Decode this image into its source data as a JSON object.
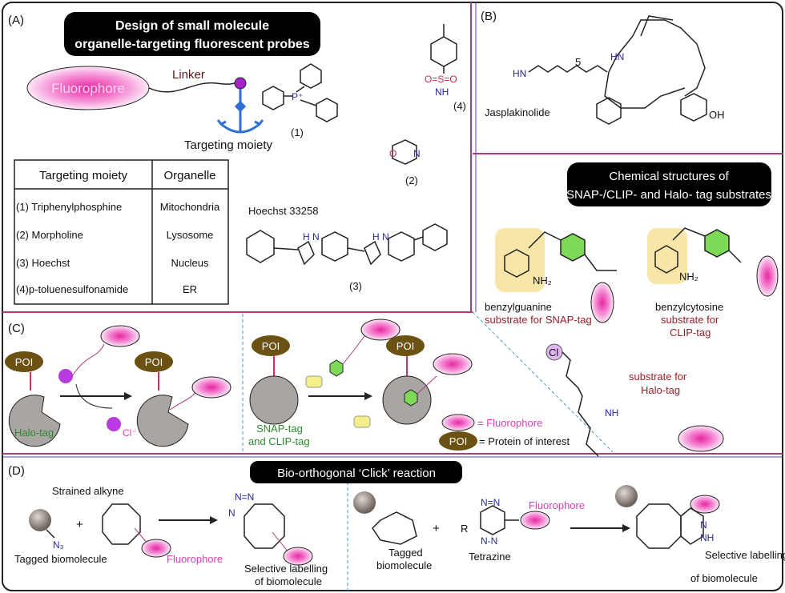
{
  "panels": {
    "a": {
      "label": "(A)",
      "title_line1": "Design of small molecule",
      "title_line2": "organelle-targeting fluorescent probes",
      "fluorophore": "Fluorophore",
      "linker": "Linker",
      "targeting": "Targeting moiety",
      "table": {
        "headers": [
          "Targeting moiety",
          "Organelle"
        ],
        "rows": [
          [
            "(1)  Triphenylphosphine",
            "Mitochondria"
          ],
          [
            "(2)  Morpholine",
            "Lysosome"
          ],
          [
            "(3)  Hoechst",
            "Nucleus"
          ],
          [
            "(4)p-toluenesulfonamide",
            "ER"
          ]
        ]
      },
      "compounds": [
        "(1)",
        "(2)",
        "(3)",
        "(4)"
      ],
      "hoechst_name": "Hoechst 33258"
    },
    "b": {
      "label": "(B)",
      "name": "Jasplakinolide"
    },
    "snap": {
      "title_line1": "Chemical structures of",
      "title_line2": "SNAP-/CLIP- and Halo- tag substrates",
      "bg_name": "benzylguanine",
      "bg_sub": "substrate for SNAP-tag",
      "bc_name": "benzylcytosine",
      "bc_sub1": "substrate for",
      "bc_sub2": "CLIP-tag",
      "halo_sub1": "substrate for",
      "halo_sub2": "Halo-tag"
    },
    "c": {
      "label": "(C)",
      "poi": "POI",
      "halo_tag": "Halo-tag",
      "cl": "Cl⁻",
      "snap_line1": "SNAP-tag",
      "snap_line2": "and CLIP-tag",
      "legend_fluor": "= Fluorophore",
      "legend_poi": "= Protein of interest"
    },
    "d": {
      "label": "(D)",
      "title": "Bio-orthogonal ‘Click’ reaction",
      "strained_alkyne": "Strained alkyne",
      "tagged_biomolecule": "Tagged biomolecule",
      "fluorophore": "Fluorophore",
      "selective1": "Selective labelling",
      "selective2": "of biomolecule",
      "tagged2_line1": "Tagged",
      "tagged2_line2": "biomolecule",
      "tetrazine": "Tetrazine",
      "plus": "+"
    }
  },
  "colors": {
    "fluorophore": "#e83fbf",
    "poi": "#6b5213",
    "anchor": "#2f6fd6",
    "panel_border": "#b03a7a",
    "tag_gray": "#a9a5a3",
    "green": "#7ed957",
    "yellow": "#f5ef8a"
  }
}
